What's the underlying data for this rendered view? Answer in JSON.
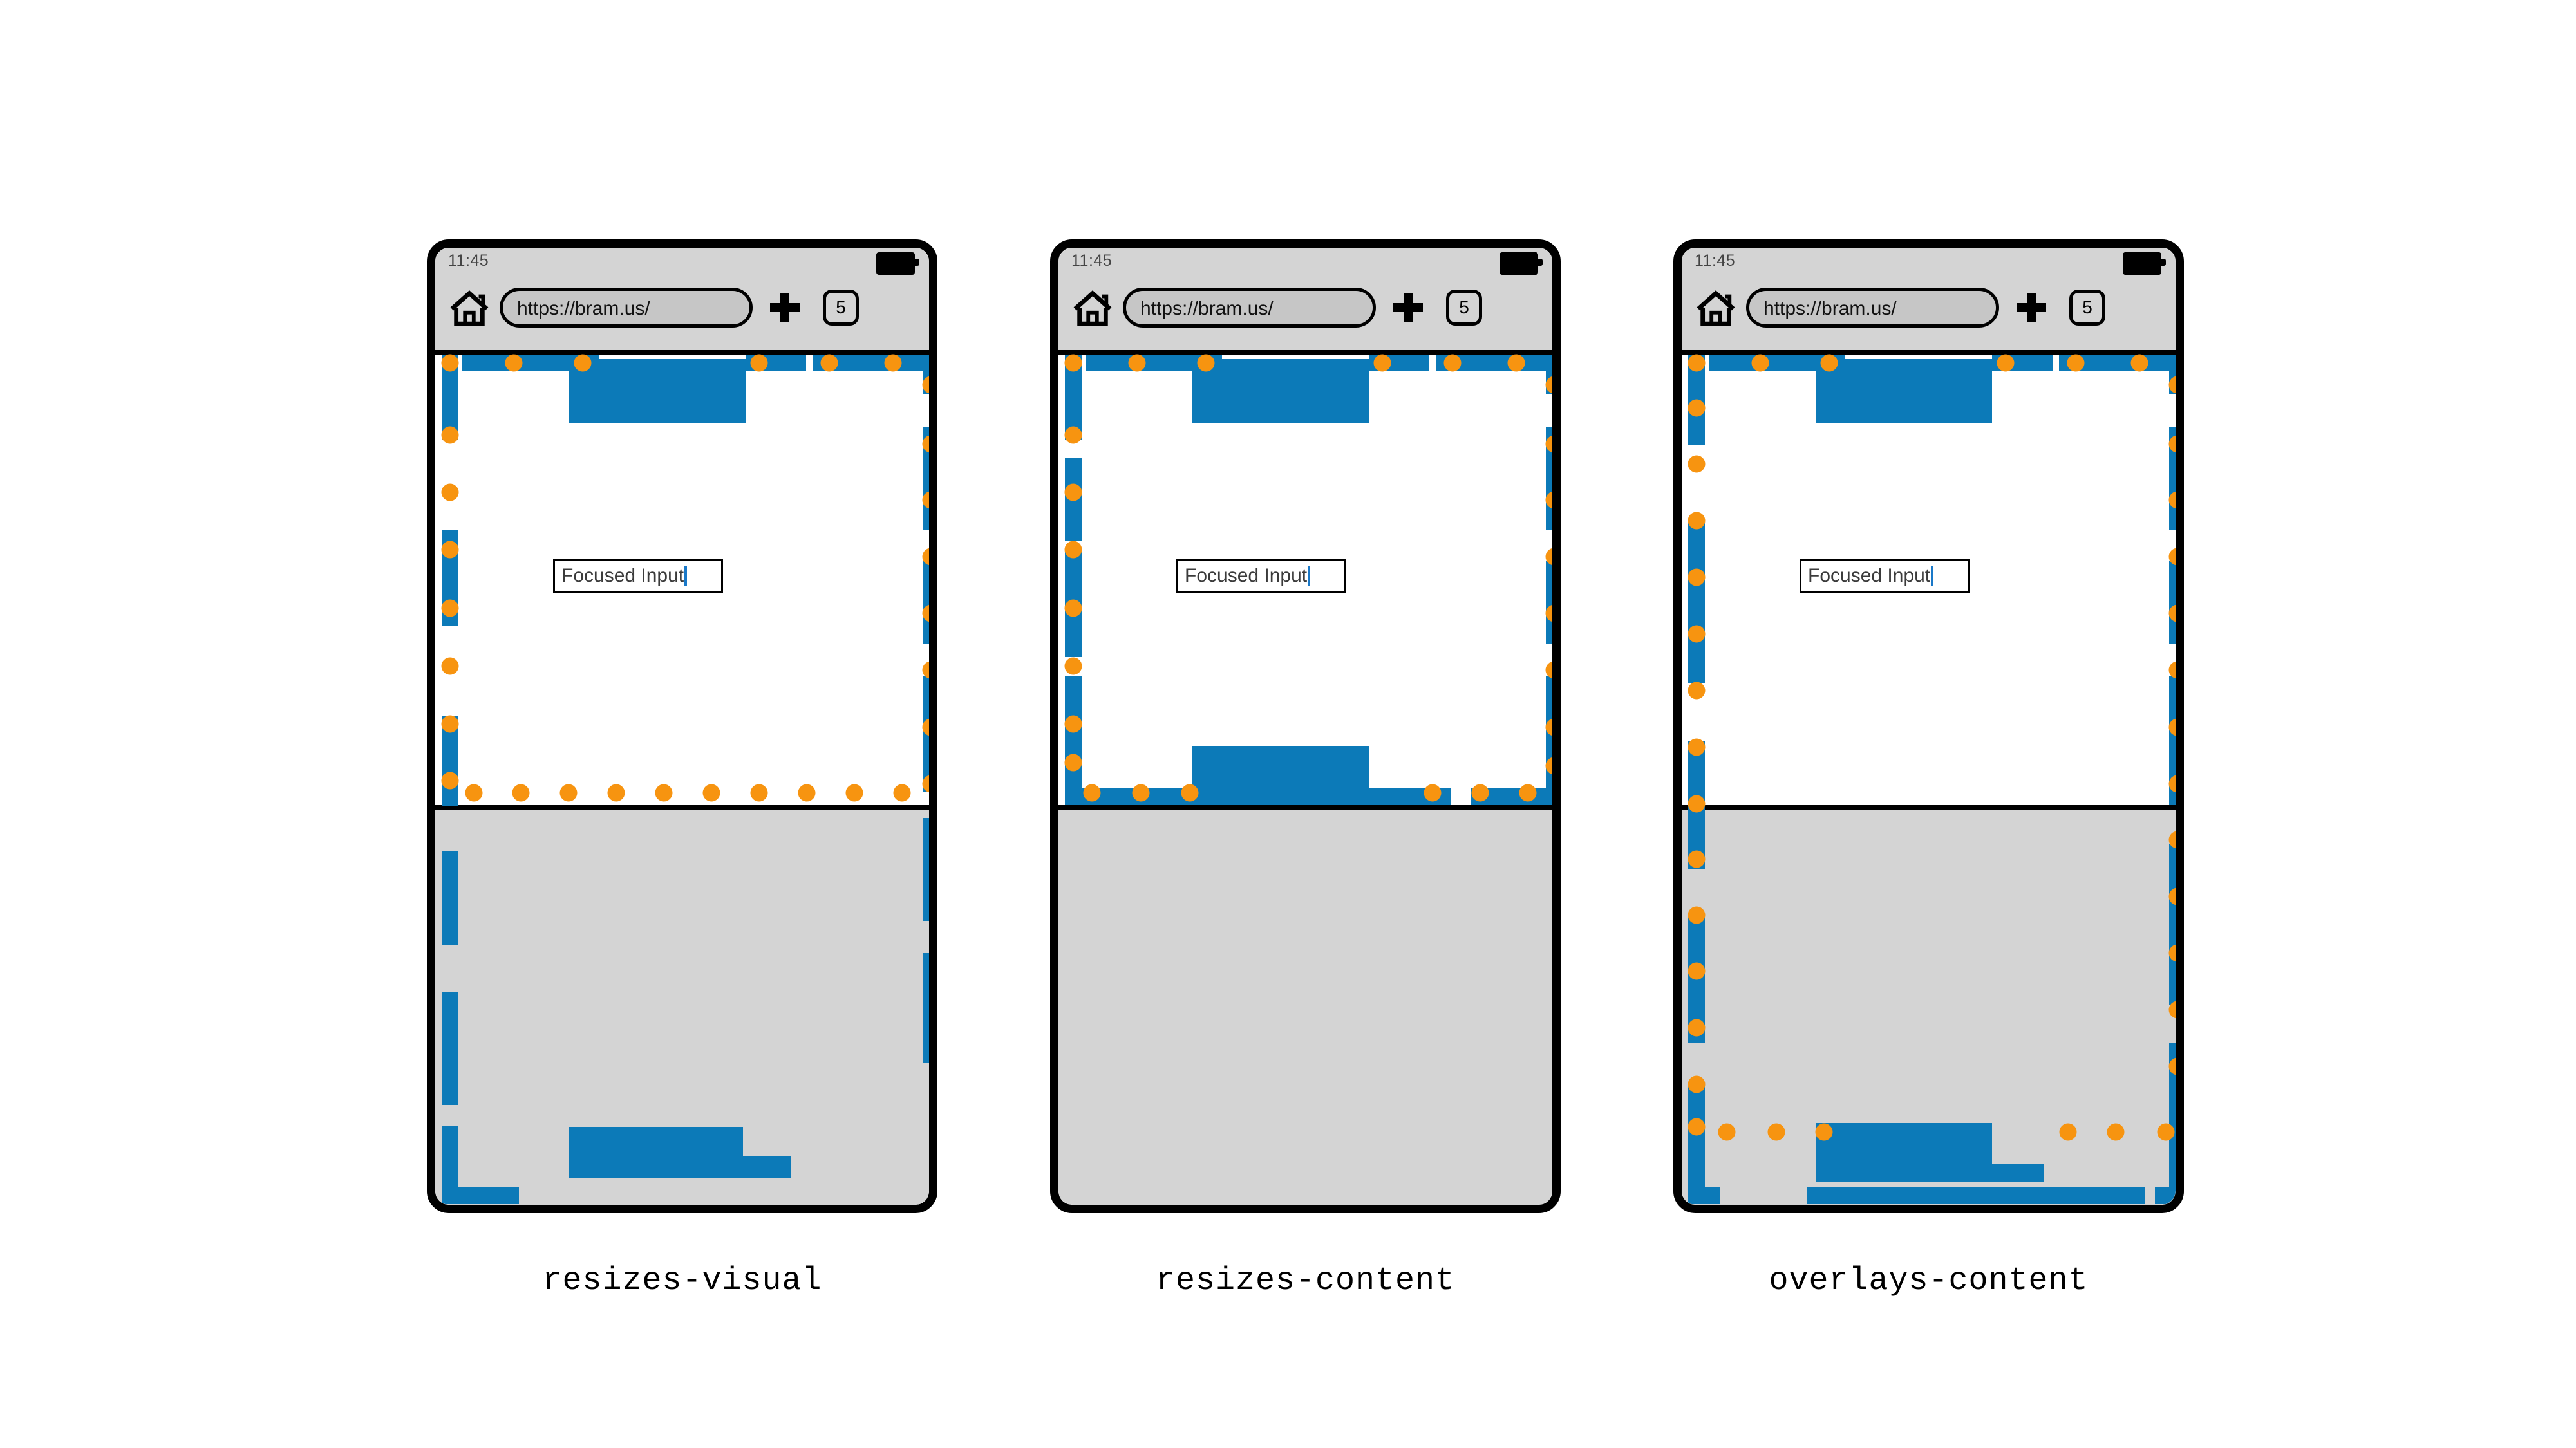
{
  "page": {
    "background": "#ffffff",
    "accent_blue": "#0C7AB8",
    "accent_orange": "#F79410",
    "chrome_gray": "#d4d4d4",
    "keyboard_gray": "#d4d4d4"
  },
  "browser_chrome": {
    "clock": "11:45",
    "url": "https://bram.us/",
    "tab_count": "5",
    "battery_icon": "battery-full-icon",
    "home_icon": "home-icon",
    "plus_icon": "plus-icon"
  },
  "input_field": {
    "value": "Focused Input",
    "caret": "|"
  },
  "phones": [
    {
      "id": "resizes-visual",
      "caption": "resizes-visual",
      "keyboard_visible": true,
      "viewport_extends_behind_keyboard": true,
      "outline_bottom_in_content": true,
      "footer_block_in_keyboard": true
    },
    {
      "id": "resizes-content",
      "caption": "resizes-content",
      "keyboard_visible": true,
      "viewport_extends_behind_keyboard": false,
      "outline_bottom_in_content": true,
      "footer_block_in_keyboard": false
    },
    {
      "id": "overlays-content",
      "caption": "overlays-content",
      "keyboard_visible": true,
      "viewport_extends_behind_keyboard": true,
      "outline_bottom_in_content": false,
      "footer_block_in_keyboard": true
    }
  ],
  "captions": {
    "left": "resizes-visual",
    "middle": "resizes-content",
    "right": "overlays-content"
  }
}
